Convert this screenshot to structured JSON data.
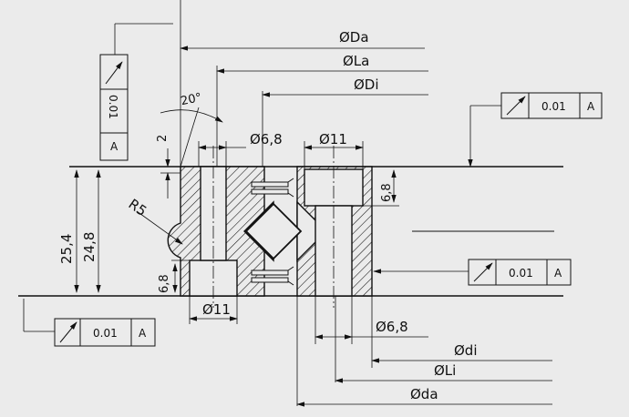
{
  "dimensions": {
    "Da": "ØDa",
    "La": "ØLa",
    "Di": "ØDi",
    "angle": "20°",
    "gap": "2",
    "hole_dia": "Ø6,8",
    "cbore_dia_top": "Ø11",
    "radius": "R5",
    "height_outer": "25,4",
    "height_inner": "24,8",
    "cbore_depth_left": "6,8",
    "cbore_depth_right": "6,8",
    "cbore_dia_bottom": "Ø11",
    "hole_dia_bottom": "Ø6,8",
    "di": "Ødi",
    "Li": "ØLi",
    "da": "Øda"
  },
  "tolerances": [
    {
      "value": "0.01",
      "datum": "A"
    },
    {
      "value": "0.01",
      "datum": "A"
    },
    {
      "value": "0.01",
      "datum": "A"
    },
    {
      "value": "0.01",
      "datum": "A"
    }
  ]
}
